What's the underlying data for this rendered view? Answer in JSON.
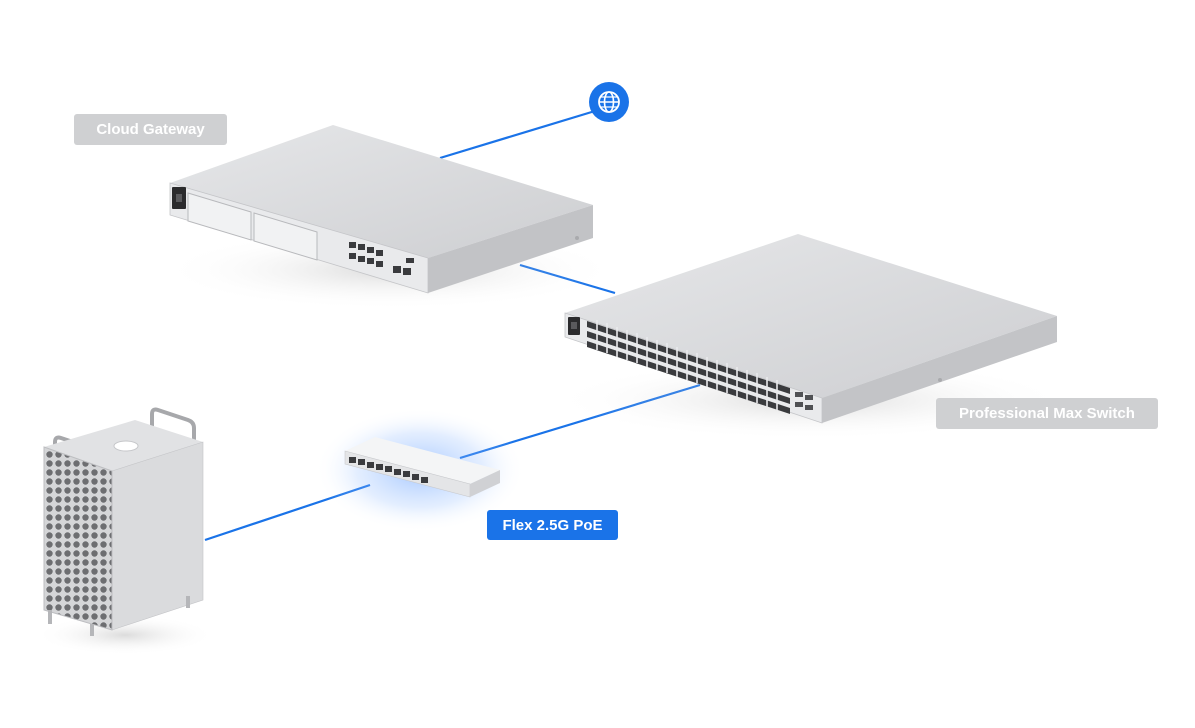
{
  "labels": {
    "cloud_gateway": "Cloud Gateway",
    "switch": "Professional Max Switch",
    "flex": "Flex 2.5G PoE"
  },
  "icons": {
    "internet": "globe-icon"
  },
  "colors": {
    "link_line": "#1a73e8",
    "accent_blue": "#1a73e8",
    "label_grey": "#cfd0d2",
    "device_silver": "#d9dadc"
  }
}
